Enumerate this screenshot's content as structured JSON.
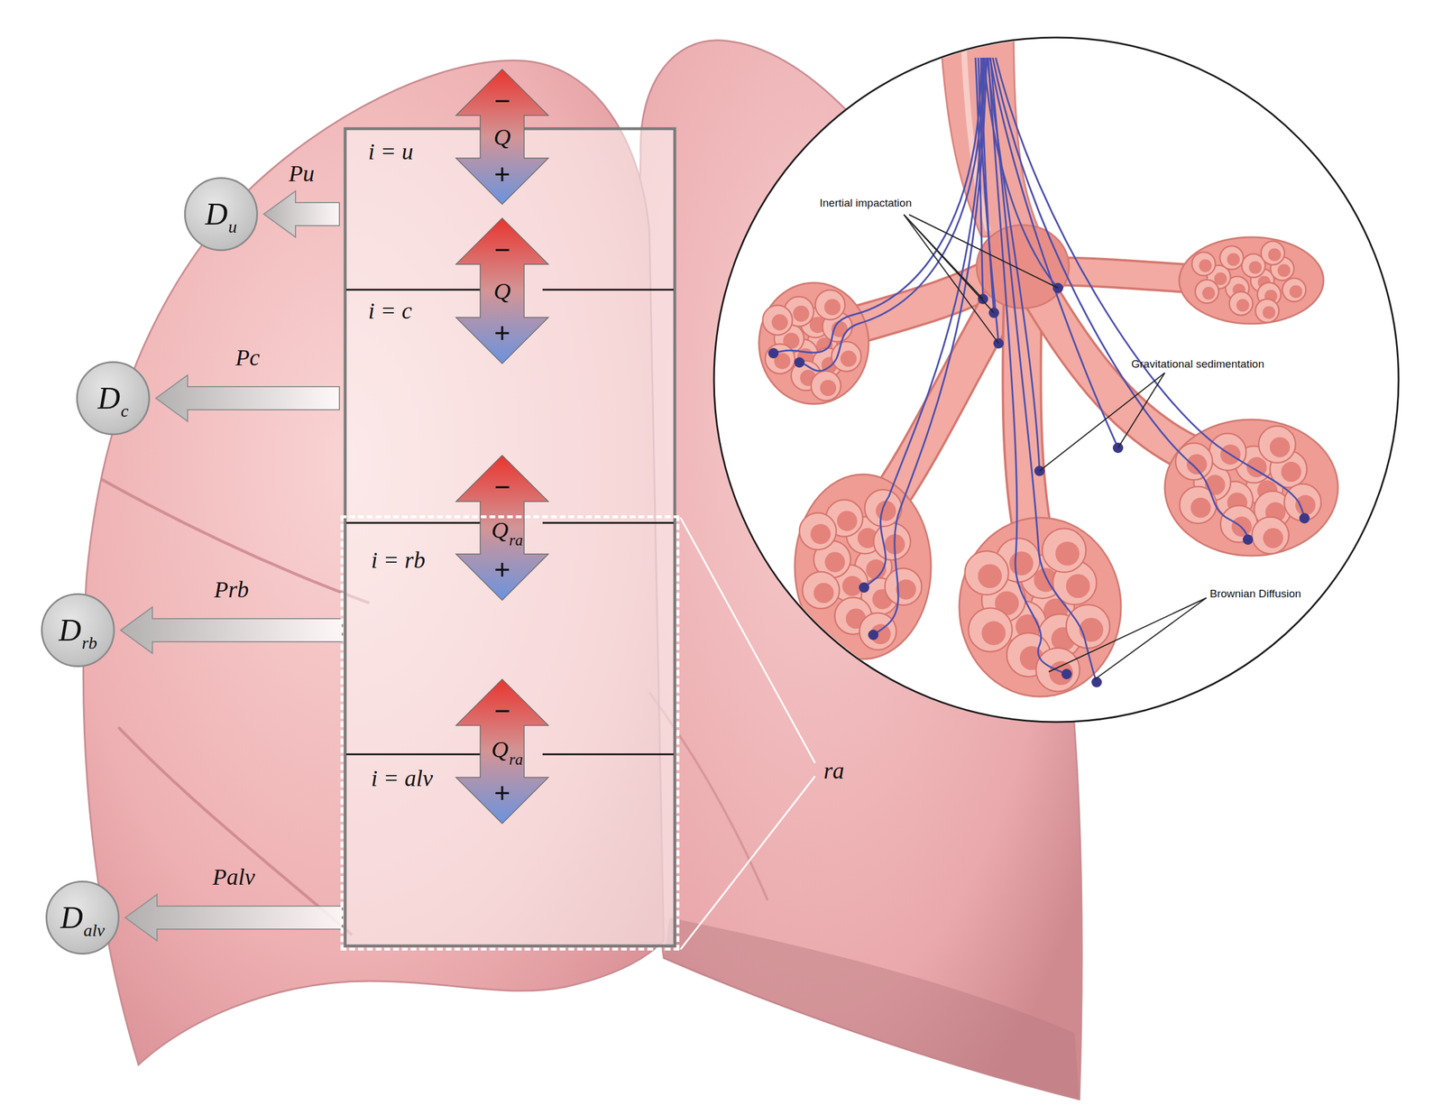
{
  "diagram": {
    "nodes": [
      {
        "text": [
          "i = u"
        ]
      },
      {
        "text": [
          "i = c"
        ]
      },
      {
        "text": [
          "ra"
        ]
      },
      {
        "text": [
          "i = rb"
        ],
        "in": 2
      },
      {
        "text": [
          "i = alv"
        ],
        "in": 2
      },
      {
        "text": [
          "D",
          "u"
        ]
      },
      {
        "text": [
          "D",
          "c"
        ]
      },
      {
        "text": [
          "D",
          "rb"
        ]
      },
      {
        "text": [
          "D",
          "alv"
        ]
      }
    ],
    "edges": [
      {
        "from": 0,
        "to": 5,
        "label": "Pu",
        "arrow": "to"
      },
      {
        "from": 1,
        "to": 6,
        "label": "Pc",
        "arrow": "to"
      },
      {
        "from": 3,
        "to": 7,
        "label": "Prb",
        "arrow": "to"
      },
      {
        "from": 4,
        "to": 8,
        "label": "Palv",
        "arrow": "to"
      }
    ],
    "labels": [
      "−",
      "Q",
      "+",
      "−",
      "Q",
      "+",
      "−",
      "Q",
      "ra",
      "+",
      "−",
      "Q",
      "ra",
      "+",
      "Inertial impactation",
      "Gravitational sedimentation",
      "Brownian Diffusion"
    ]
  }
}
